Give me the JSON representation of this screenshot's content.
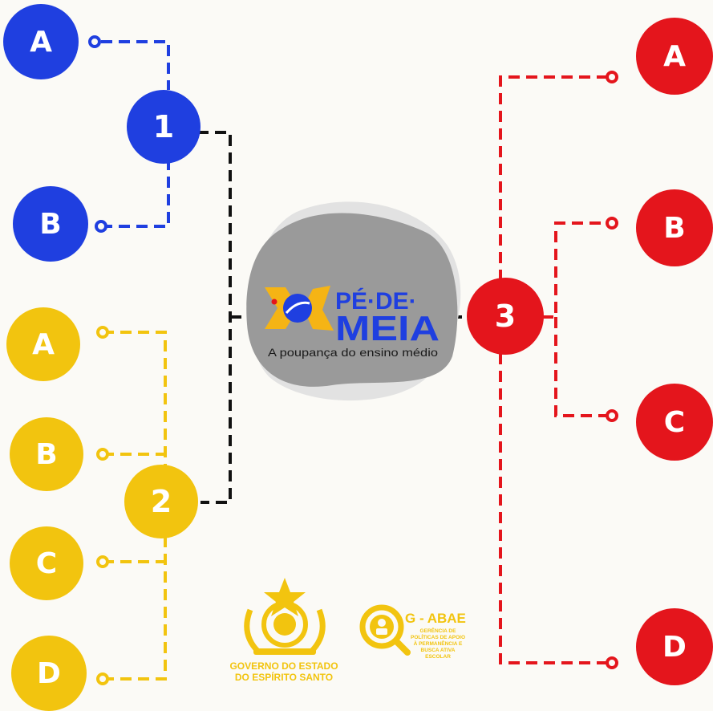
{
  "colors": {
    "blue": "#1f3fe0",
    "yellow": "#f2c40f",
    "red": "#e4151c",
    "connector_black": "#111111",
    "logo_blob": "#9a9a9a"
  },
  "groups": {
    "blue": {
      "hub": "1",
      "leaves": [
        "A",
        "B"
      ]
    },
    "yellow": {
      "hub": "2",
      "leaves": [
        "A",
        "B",
        "C",
        "D"
      ]
    },
    "red": {
      "hub": "3",
      "leaves": [
        "A",
        "B",
        "C",
        "D"
      ]
    }
  },
  "center_logo": {
    "line1": "PÉ·DE·",
    "line2": "MEIA",
    "tagline": "A poupança do ensino médio",
    "icon": "pe-de-meia-sock-logo-icon"
  },
  "footer": {
    "government": {
      "line1": "GOVERNO DO ESTADO",
      "line2": "DO ESPÍRITO SANTO",
      "icon": "coat-of-arms-icon"
    },
    "gabae": {
      "title": "G - ABAE",
      "subtitle_lines": [
        "GERÊNCIA DE",
        "POLÍTICAS DE APOIO",
        "À PERMANÊNCIA E",
        "BUSCA ATIVA",
        "ESCOLAR"
      ],
      "icon": "magnifier-student-icon"
    }
  }
}
